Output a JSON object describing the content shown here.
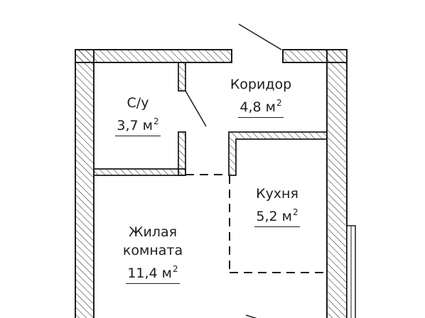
{
  "rooms": {
    "bathroom": {
      "name": "С/у",
      "area_value": "3,7 м",
      "area_unit_power": "2"
    },
    "corridor": {
      "name": "Коридор",
      "area_value": "4,8 м",
      "area_unit_power": "2"
    },
    "kitchen": {
      "name": "Кухня",
      "area_value": "5,2 м",
      "area_unit_power": "2"
    },
    "living_room": {
      "name_line1": "Жилая",
      "name_line2": "комната",
      "area_value": "11,4 м",
      "area_unit_power": "2"
    }
  },
  "colors": {
    "wall_stroke": "#1d1d1d",
    "wall_hatch": "#1d1d1d",
    "background": "#ffffff"
  }
}
